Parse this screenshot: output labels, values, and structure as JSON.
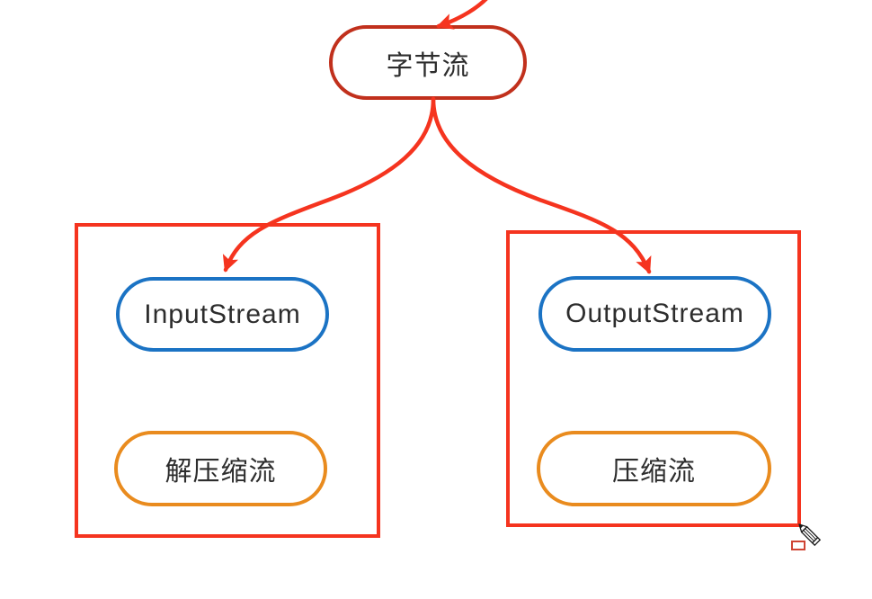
{
  "diagram": {
    "title_hint": "byte-stream class mind map",
    "nodes": {
      "root": {
        "label": "字节流"
      },
      "input_stream": {
        "label": "InputStream"
      },
      "decompress_stream": {
        "label": "解压缩流"
      },
      "output_stream": {
        "label": "OutputStream"
      },
      "compress_stream": {
        "label": "压缩流"
      }
    },
    "colors": {
      "root_border": "#c1301c",
      "group_box_and_arrows": "#f5341f",
      "stream_node_border": "#1b73c4",
      "compress_node_border": "#e98b1e",
      "text": "#2d2d2d",
      "background": "#ffffff"
    },
    "cursor": {
      "tool": "pencil-cursor"
    }
  }
}
